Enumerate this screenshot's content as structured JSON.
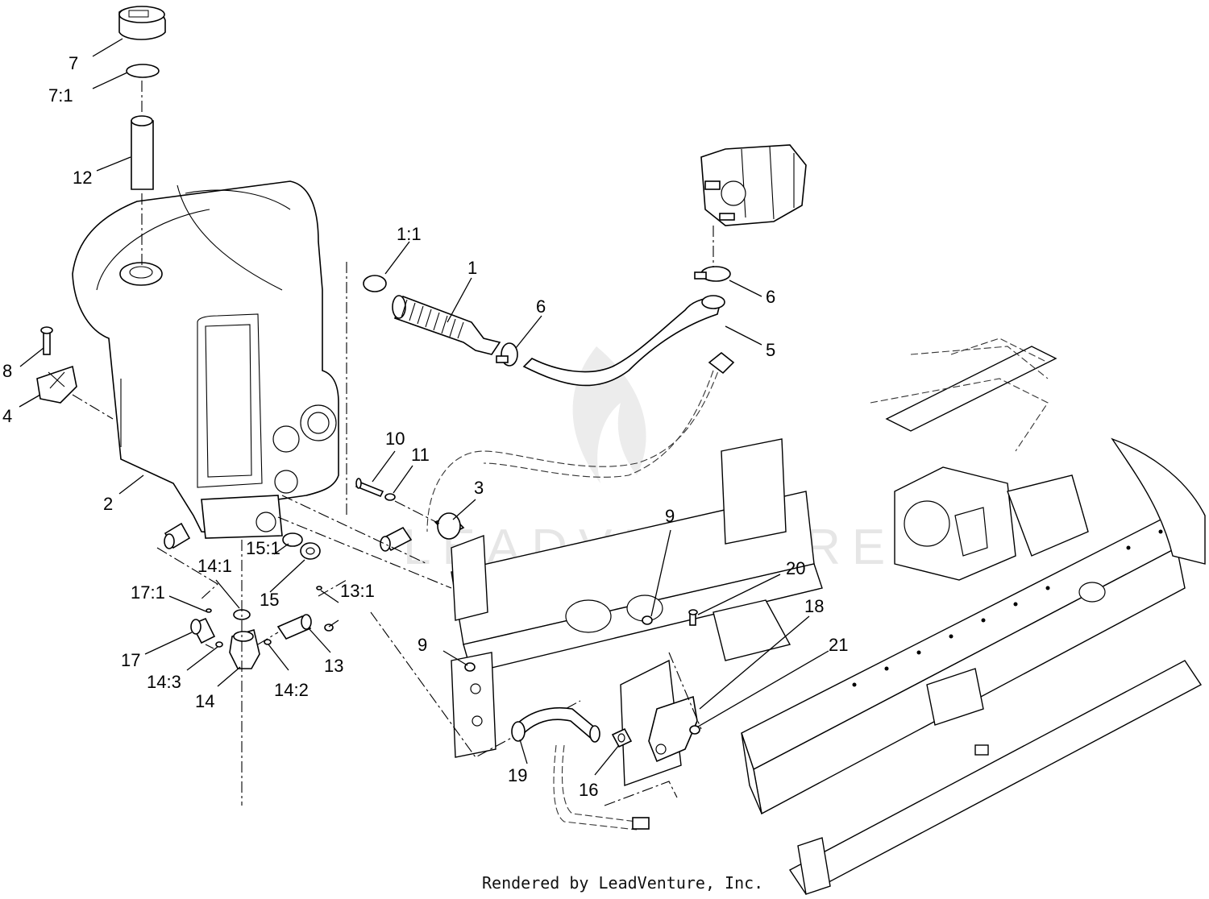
{
  "callouts": {
    "c7": "7",
    "c7_1": "7:1",
    "c12": "12",
    "c1_1": "1:1",
    "c1": "1",
    "c6a": "6",
    "c6b": "6",
    "c5": "5",
    "c8": "8",
    "c4": "4",
    "c2": "2",
    "c10": "10",
    "c11": "11",
    "c3": "3",
    "c9a": "9",
    "c9b": "9",
    "c20": "20",
    "c18": "18",
    "c21": "21",
    "c14_1": "14:1",
    "c15_1": "15:1",
    "c15": "15",
    "c13_1": "13:1",
    "c13": "13",
    "c17_1": "17:1",
    "c17": "17",
    "c14_3": "14:3",
    "c14_2": "14:2",
    "c14": "14",
    "c19": "19",
    "c16": "16"
  },
  "watermark": "LEADVENTURE",
  "footer": "Rendered by LeadVenture, Inc.",
  "colors": {
    "line": "#000000",
    "watermark": "#e6e6e6",
    "background": "#ffffff"
  }
}
